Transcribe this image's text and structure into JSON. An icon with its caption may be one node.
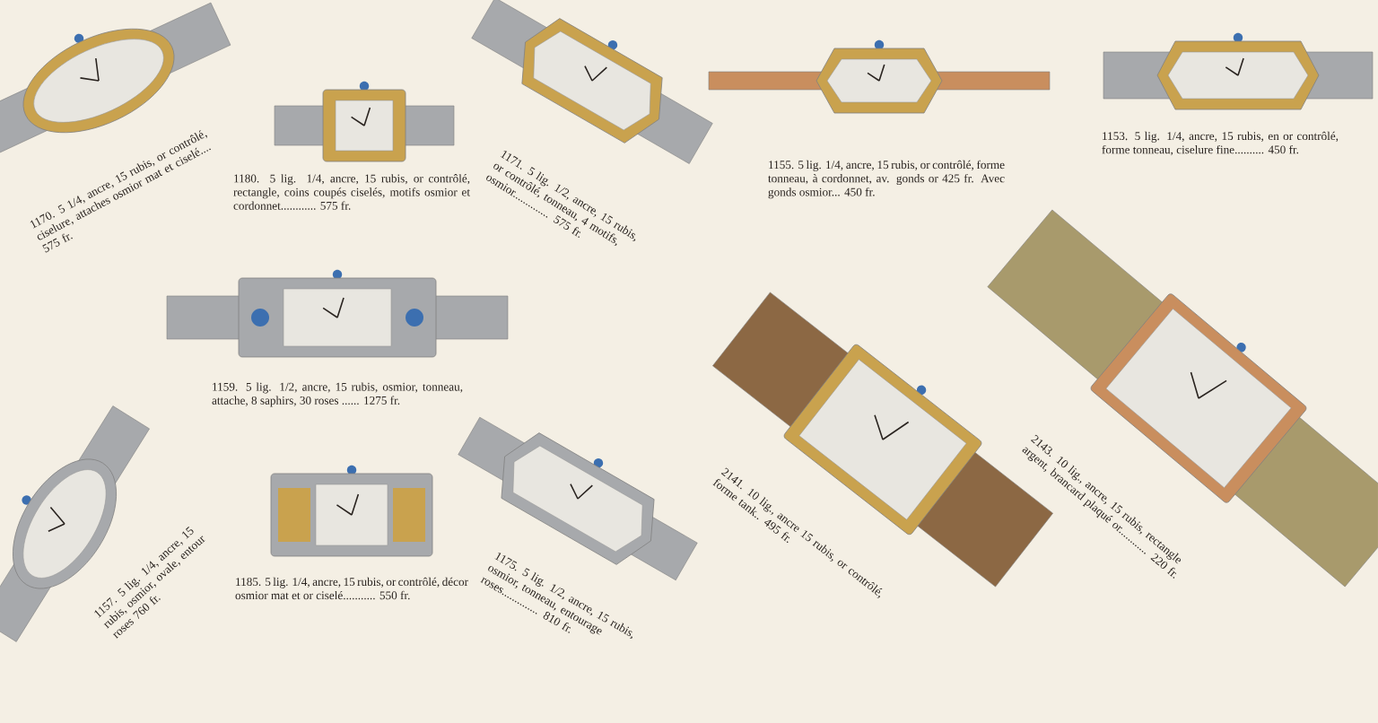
{
  "diagram": {
    "labels": [
      "1170. 5 1/4, ancre, 15 rubis, or contrôlé, ciselure, attaches osmior mat et ciselé.... 575 fr.",
      "1180. 5 lig. 1/4, ancre, 15 rubis, or contrôlé, rectangle, coins coupés ciselés, motifs osmior et cordonnet............ 575 fr.",
      "1171. 5 lig. 1/2, ancre, 15 rubis, or contrôlé, tonneau, 4 motifs, osmior.............. 575 fr.",
      "1155. 5 lig. 1/4, ancre, 15 rubis, or contrôlé, forme tonneau, à cordonnet, av. gonds or 425 fr. Avec gonds osmior... 450 fr.",
      "1153. 5 lig. 1/4, ancre, 15 rubis, en or contrôlé, forme tonneau, ciselure fine.......... 450 fr.",
      "1159. 5 lig. 1/2, ancre, 15 rubis, osmior, tonneau, attache, 8 saphirs, 30 roses ...... 1275 fr.",
      "1157. 5 lig. 1/4, ancre, 15 rubis, osmior, ovale, entour roses 760 fr.",
      "1185. 5 lig. 1/4, ancre, 15 rubis, or contrôlé, décor osmior mat et or ciselé........... 550 fr.",
      "1175. 5 lig. 1/2, ancre, 15 rubis, osmior, tonneau, entourage roses.............. 810 fr.",
      "2141. 10 lig., ancre 15 rubis, or contrôlé, forme tank.. 495 fr.",
      "2143. 10 lig., ancre, 15 rubis, rectangle argent, brancard plaqué or............ 220 fr."
    ]
  }
}
